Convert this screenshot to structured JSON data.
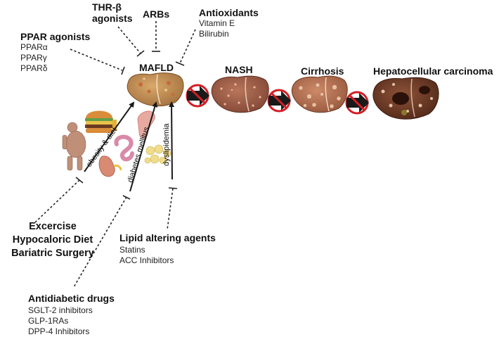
{
  "therapies": {
    "thr_beta": {
      "title_line1": "THR-β",
      "title_line2": "agonists"
    },
    "arbs": {
      "title": "ARBs"
    },
    "antioxidants": {
      "title": "Antioxidants",
      "items": [
        "Vitamin E",
        "Bilirubin"
      ]
    },
    "ppar": {
      "title": "PPAR agonists",
      "items": [
        "PPARα",
        "PPARγ",
        "PPARδ"
      ]
    },
    "lifestyle": {
      "items": [
        "Excercise",
        "Hypocaloric Diet",
        "Bariatric Surgery"
      ]
    },
    "lipid": {
      "title": "Lipid altering agents",
      "items": [
        "Statins",
        "ACC Inhibitors"
      ]
    },
    "antidiabetic": {
      "title": "Antidiabetic drugs",
      "items": [
        "SGLT-2 inhibitors",
        "GLP-1RAs",
        "DPP-4 Inhibitors"
      ]
    }
  },
  "stages": [
    "MAFLD",
    "NASH",
    "Cirrhosis",
    "Hepatocellular carcinoma"
  ],
  "risk_factors": [
    "obesity & diet",
    "diabetes mellitus",
    "dyslipidemia"
  ],
  "colors": {
    "liver_mafld": "#b8874f",
    "liver_nash": "#9c5a42",
    "liver_cirrhosis": "#b0684a",
    "liver_hcc": "#6e3a26",
    "block_red": "#d21f26",
    "arrow_dark": "#1a1a1a"
  },
  "icons": [
    "liver-icon",
    "no-progression-icon",
    "human-figure-icon",
    "burger-icon",
    "intestine-icon",
    "kidney-icon",
    "pancreas-icon",
    "fat-cells-icon"
  ]
}
